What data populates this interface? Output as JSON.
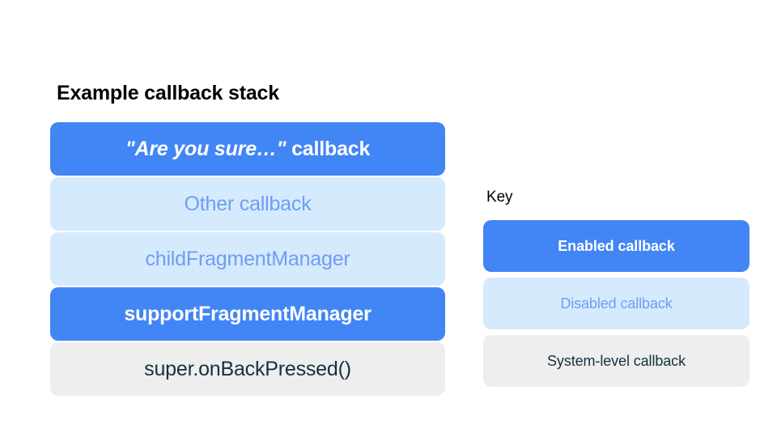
{
  "colors": {
    "background": "#ffffff",
    "enabled_bg": "#4285f4",
    "enabled_text": "#ffffff",
    "disabled_bg": "#d6eafd",
    "disabled_text": "#6e9df4",
    "system_bg": "#eeeeee",
    "system_text": "#14313f",
    "heading_text": "#000000"
  },
  "stack": {
    "title": "Example callback stack",
    "items": [
      {
        "id": "are-you-sure-callback",
        "type": "enabled",
        "quoted_part": "\"Are you sure…\"",
        "trailing_part": " callback",
        "label": "\"Are you sure…\" callback"
      },
      {
        "id": "other-callback",
        "type": "disabled",
        "label": "Other callback"
      },
      {
        "id": "child-fragment-manager",
        "type": "disabled",
        "label": "childFragmentManager"
      },
      {
        "id": "support-fragment-manager",
        "type": "enabled",
        "label": "supportFragmentManager"
      },
      {
        "id": "super-on-back-pressed",
        "type": "system",
        "label": "super.onBackPressed()"
      }
    ]
  },
  "key": {
    "title": "Key",
    "items": [
      {
        "id": "enabled-callback",
        "type": "enabled",
        "label": "Enabled callback"
      },
      {
        "id": "disabled-callback",
        "type": "disabled",
        "label": "Disabled callback"
      },
      {
        "id": "system-level-callback",
        "type": "system",
        "label": "System-level callback"
      }
    ]
  }
}
